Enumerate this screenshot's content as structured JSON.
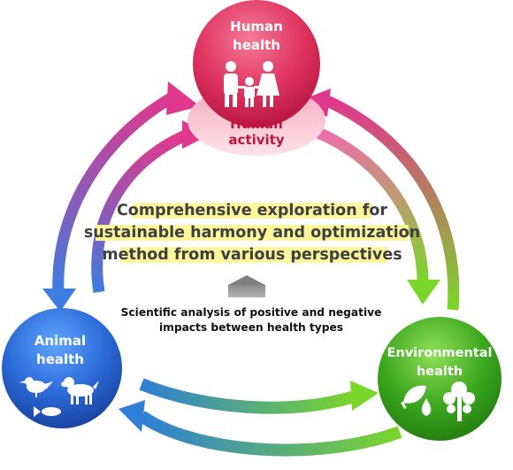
{
  "nodes": {
    "human": {
      "title_line1": "Human",
      "title_line2": "health",
      "activity_line1": "Human",
      "activity_line2": "activity"
    },
    "animal": {
      "title_line1": "Animal",
      "title_line2": "health"
    },
    "environmental": {
      "title_line1": "Environmental",
      "title_line2": "health"
    }
  },
  "center": {
    "line1": "Comprehensive exploration for",
    "line2": "sustainable harmony and optimization",
    "line3": "method from various perspectives"
  },
  "analysis": {
    "line1": "Scientific analysis of positive and negative",
    "line2": "impacts between health types"
  },
  "icons": {
    "human": "family-icon",
    "animal": "bird-dog-fish-icon",
    "environmental": "leaf-water-tree-icon",
    "center_arrow": "up-arrow-icon"
  },
  "colors": {
    "human_circle": "#e0345f",
    "animal_circle": "#2a6ad6",
    "environmental_circle": "#3ca81e",
    "highlight": "#fff59a",
    "human_activity_text": "#c0143c"
  }
}
